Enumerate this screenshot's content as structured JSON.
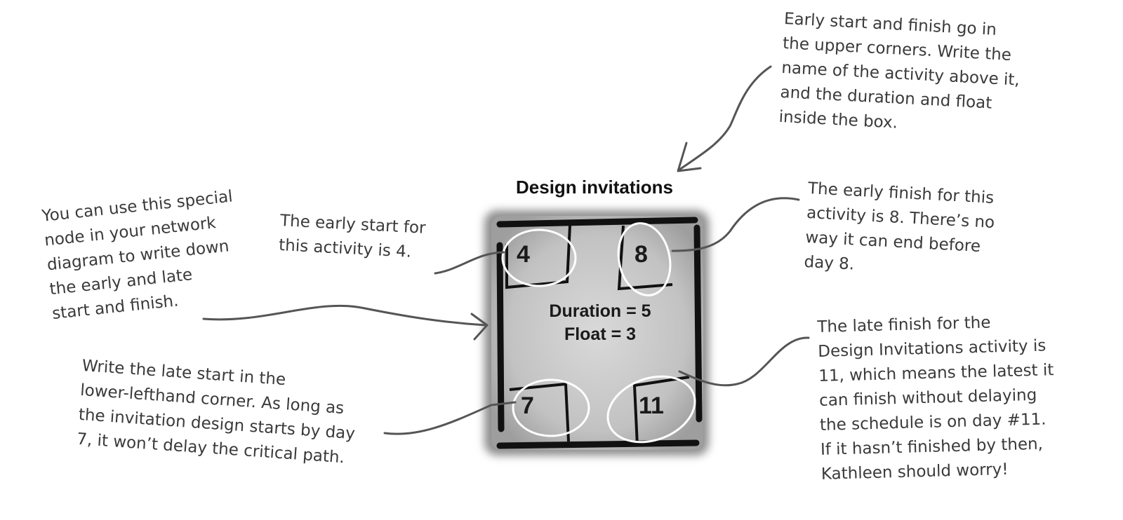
{
  "node": {
    "title": "Design invitations",
    "early_start": "4",
    "early_finish": "8",
    "late_start": "7",
    "late_finish": "11",
    "duration_text": "Duration = 5",
    "float_text": "Float = 3"
  },
  "annotations": {
    "top_right": [
      "Early start and finish go in",
      "the upper corners. Write the",
      "name of the activity above it,",
      "and the duration and float",
      "inside the box."
    ],
    "left_special_node": [
      "You can use this special",
      "node in your network",
      "diagram to write down",
      "the early and late",
      "start and finish."
    ],
    "early_start": [
      "The early start for",
      "this activity is 4."
    ],
    "early_finish": [
      "The early finish for this",
      "activity is 8. There’s no",
      "way it can end before",
      "day 8."
    ],
    "late_start": [
      "Write the late start in the",
      "lower-lefthand corner. As long as",
      "the invitation design starts by day",
      "7, it won’t delay the critical path."
    ],
    "late_finish": [
      "The late finish for the",
      "Design Invitations activity is",
      "11, which means the latest it",
      "can finish without delaying",
      "the schedule is on day #11.",
      "If it hasn’t finished by then,",
      "Kathleen should worry!"
    ]
  },
  "colors": {
    "ink": "#3a3a3a",
    "node_fill": "#c9c9c9",
    "node_border": "#111111",
    "circle": "#ffffff"
  }
}
